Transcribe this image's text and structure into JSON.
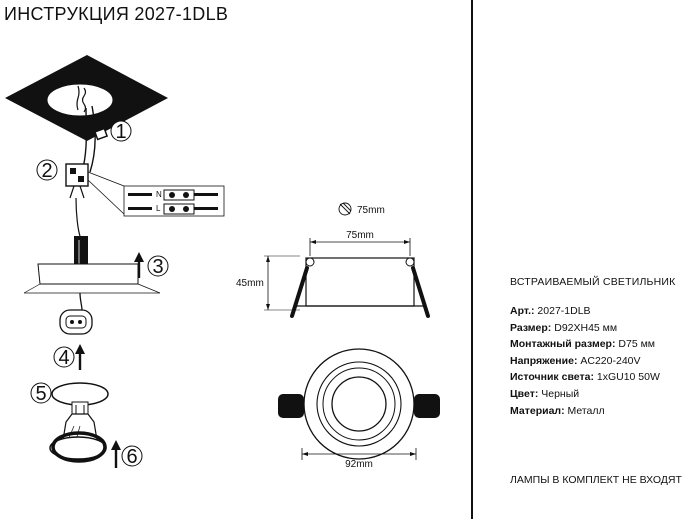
{
  "title": "ИНСТРУКЦИЯ 2027-1DLB",
  "steps": [
    "1",
    "2",
    "3",
    "4",
    "5",
    "6"
  ],
  "wiring": {
    "n_label": "N",
    "l_label": "L"
  },
  "dimensions": {
    "cutout": "75mm",
    "inner_width": "75mm",
    "height": "45mm",
    "outer_width": "92mm"
  },
  "product": {
    "heading": "ВСТРАИВАЕМЫЙ СВЕТИЛЬНИК",
    "specs": [
      {
        "label": "Арт.:",
        "value": "2027-1DLB"
      },
      {
        "label": "Размер:",
        "value": "D92XH45 мм"
      },
      {
        "label": "Монтажный размер:",
        "value": "D75 мм"
      },
      {
        "label": "Напряжение:",
        "value": "AC220-240V"
      },
      {
        "label": "Источник света:",
        "value": "1xGU10 50W"
      },
      {
        "label": "Цвет:",
        "value": "Черный"
      },
      {
        "label": "Материал:",
        "value": "Металл"
      }
    ],
    "note": "ЛАМПЫ В КОМПЛЕКТ НЕ ВХОДЯТ"
  }
}
